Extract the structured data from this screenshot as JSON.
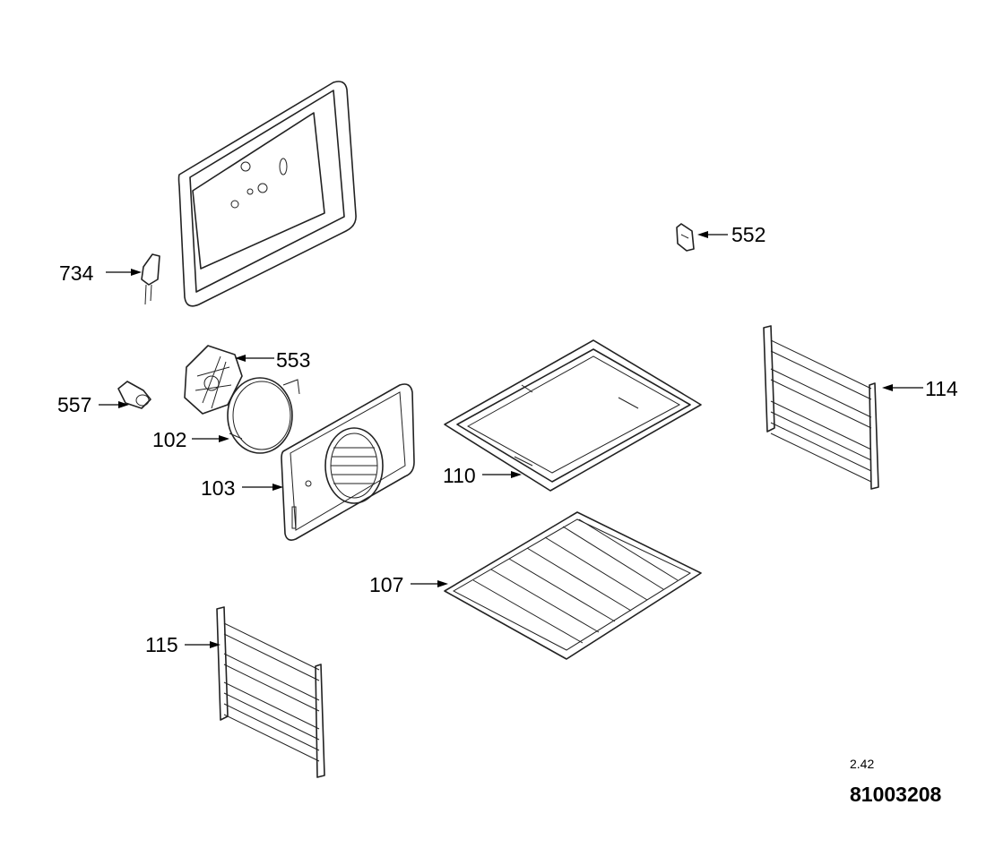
{
  "callouts": {
    "p734": "734",
    "p552": "552",
    "p553": "553",
    "p557": "557",
    "p102": "102",
    "p103": "103",
    "p110": "110",
    "p114": "114",
    "p107": "107",
    "p115": "115"
  },
  "footer": {
    "version": "2.42",
    "code": "81003208"
  }
}
